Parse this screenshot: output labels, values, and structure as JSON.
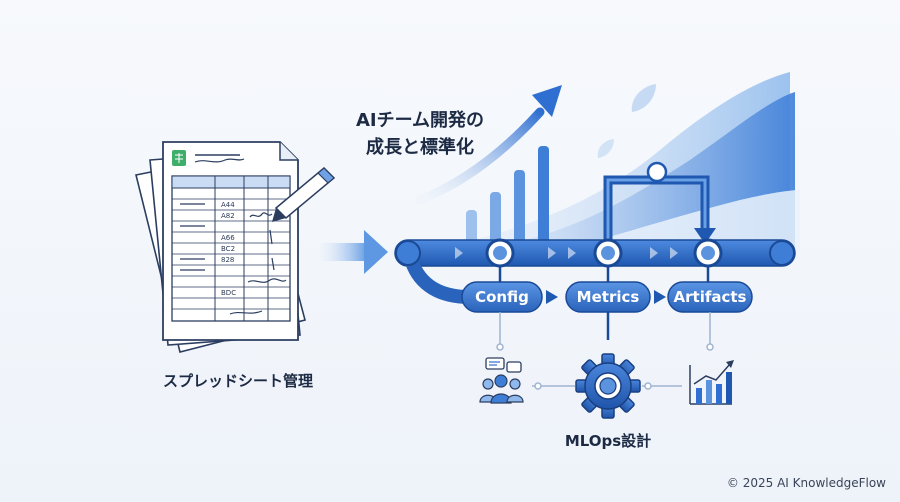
{
  "spreadsheet": {
    "label": "スプレッドシート管理",
    "cells": [
      "A44",
      "A82",
      "A66",
      "BC2",
      "828",
      "BDC"
    ]
  },
  "growth": {
    "line1": "AIチーム開発の",
    "line2": "成長と標準化"
  },
  "pipeline": {
    "nodes": [
      "Config",
      "Metrics",
      "Artifacts"
    ]
  },
  "mlops": {
    "label": "MLOps設計",
    "icons": [
      "team-chat-icon",
      "gear-icon",
      "bar-chart-icon"
    ]
  },
  "footer": {
    "copyright": "© 2025 AI KnowledgeFlow"
  },
  "colors": {
    "primary": "#2f6fd1",
    "dark_blue": "#1d4f9e",
    "light_blue": "#8fb8ec",
    "text": "#1c2a44"
  }
}
